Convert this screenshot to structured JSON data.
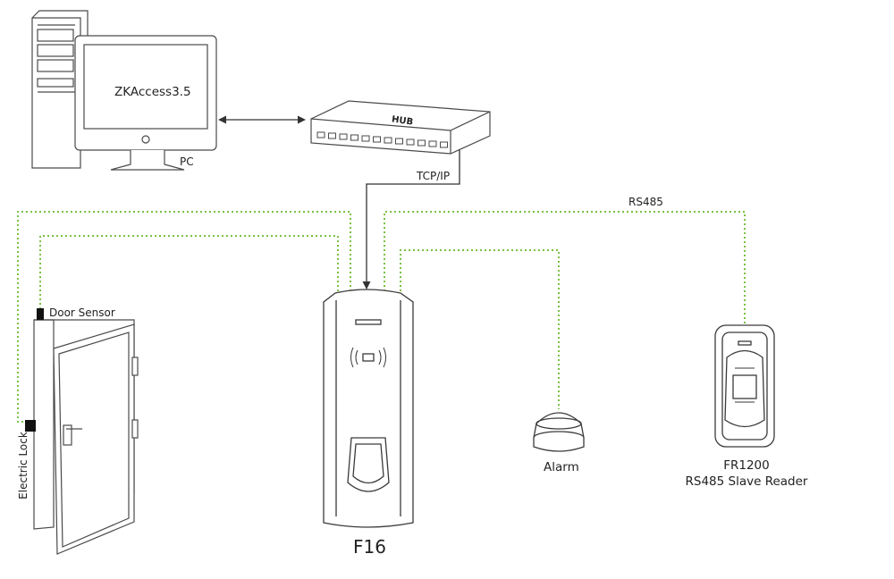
{
  "pc": {
    "screen_text": "ZKAccess3.5",
    "label": "PC"
  },
  "hub": {
    "label": "HUB"
  },
  "links": {
    "tcp_ip": "TCP/IP",
    "rs485": "RS485"
  },
  "door": {
    "sensor_label": "Door Sensor",
    "lock_label": "Electric Lock"
  },
  "controller": {
    "label": "F16"
  },
  "alarm": {
    "label": "Alarm"
  },
  "reader": {
    "model": "FR1200",
    "description": "RS485 Slave Reader"
  },
  "colors": {
    "wire": "#7ac143",
    "line": "#4a4a4a"
  }
}
